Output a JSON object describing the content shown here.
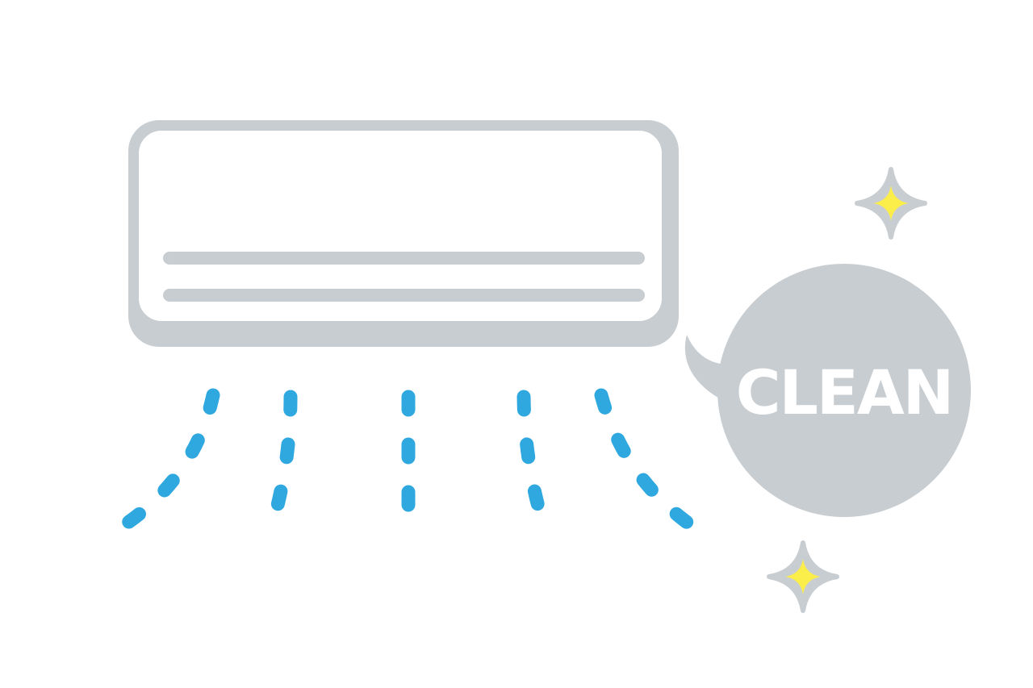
{
  "badge": {
    "label": "CLEAN"
  },
  "colors": {
    "background": "#ffffff",
    "unit_gray": "#c8cdd1",
    "airflow_blue": "#2fa8e0",
    "sparkle_yellow": "#fbee4a",
    "badge_text": "#ffffff"
  },
  "icons": [
    "air-conditioner-icon",
    "airflow-lines",
    "speech-bubble",
    "sparkle-icon"
  ]
}
